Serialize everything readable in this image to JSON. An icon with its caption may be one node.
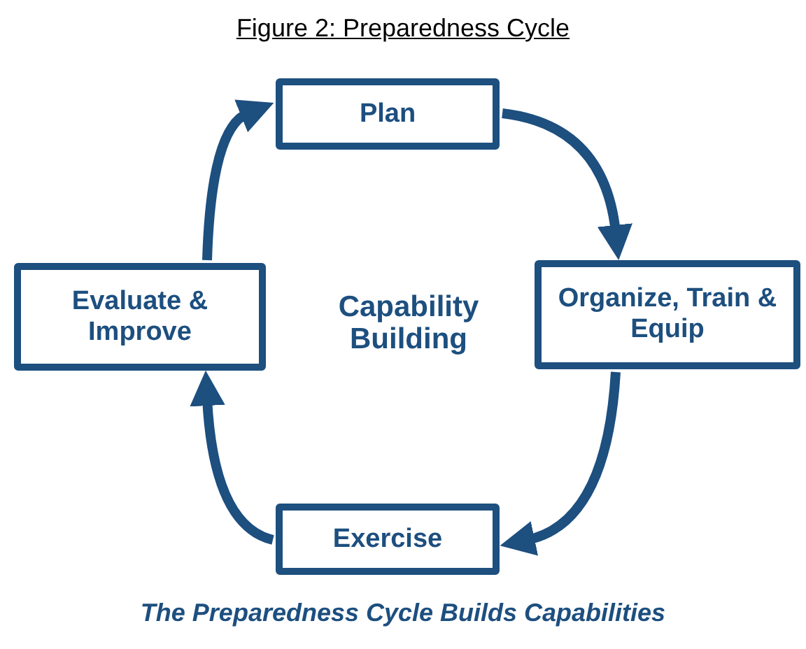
{
  "diagram": {
    "title": "Figure 2: Preparedness Cycle",
    "caption": "The Preparedness Cycle Builds Capabilities",
    "nodes": [
      {
        "text": [
          "Plan"
        ]
      },
      {
        "text": [
          "Organize, Train & Equip"
        ]
      },
      {
        "text": [
          "Exercise"
        ]
      },
      {
        "text": [
          "Evaluate & Improve"
        ]
      }
    ],
    "edges": [
      {
        "from": 0,
        "to": 1,
        "arrow": "to"
      },
      {
        "from": 1,
        "to": 2,
        "arrow": "to"
      },
      {
        "from": 2,
        "to": 3,
        "arrow": "to"
      },
      {
        "from": 3,
        "to": 0,
        "arrow": "to"
      }
    ],
    "labels": [
      "Capability Building"
    ]
  }
}
